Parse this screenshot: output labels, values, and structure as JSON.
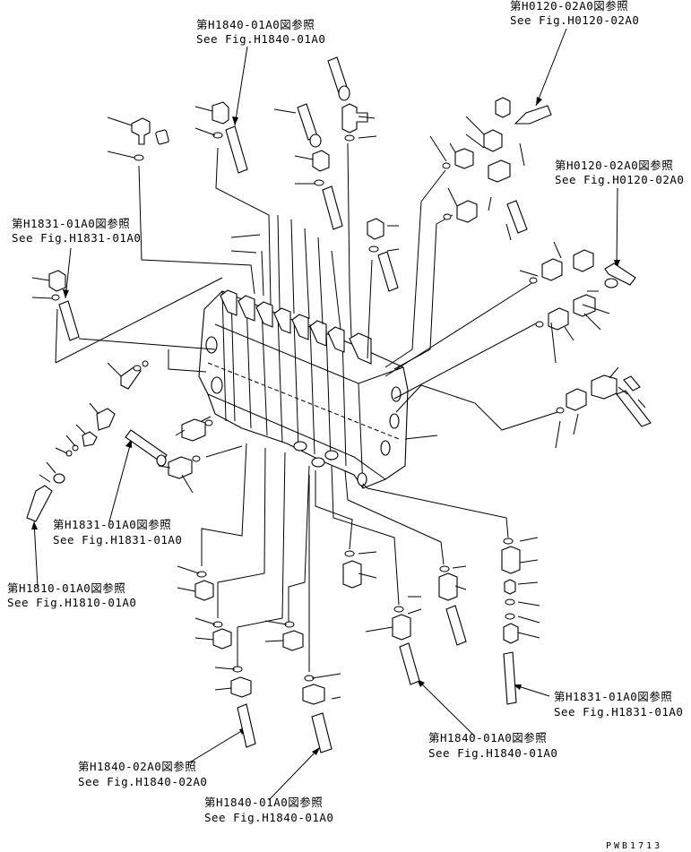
{
  "references": [
    {
      "id": "top-center",
      "jp": "第H1840-01A0図参照",
      "en": "See Fig.H1840-01A0"
    },
    {
      "id": "top-right",
      "jp": "第H0120-02A0図参照",
      "en": "See Fig.H0120-02A0"
    },
    {
      "id": "right-upper",
      "jp": "第H0120-02A0図参照",
      "en": "See Fig.H0120-02A0"
    },
    {
      "id": "left-upper",
      "jp": "第H1831-01A0図参照",
      "en": "See Fig.H1831-01A0"
    },
    {
      "id": "left-middle",
      "jp": "第H1831-01A0図参照",
      "en": "See Fig.H1831-01A0"
    },
    {
      "id": "left-lower",
      "jp": "第H1810-01A0図参照",
      "en": "See Fig.H1810-01A0"
    },
    {
      "id": "bottom-right",
      "jp": "第H1831-01A0図参照",
      "en": "See Fig.H1831-01A0"
    },
    {
      "id": "bottom-center-right",
      "jp": "第H1840-01A0図参照",
      "en": "See Fig.H1840-01A0"
    },
    {
      "id": "bottom-left",
      "jp": "第H1840-02A0図参照",
      "en": "See Fig.H1840-02A0"
    },
    {
      "id": "bottom-center",
      "jp": "第H1840-01A0図参照",
      "en": "See Fig.H1840-01A0"
    }
  ],
  "drawing_code": "PWB1713"
}
